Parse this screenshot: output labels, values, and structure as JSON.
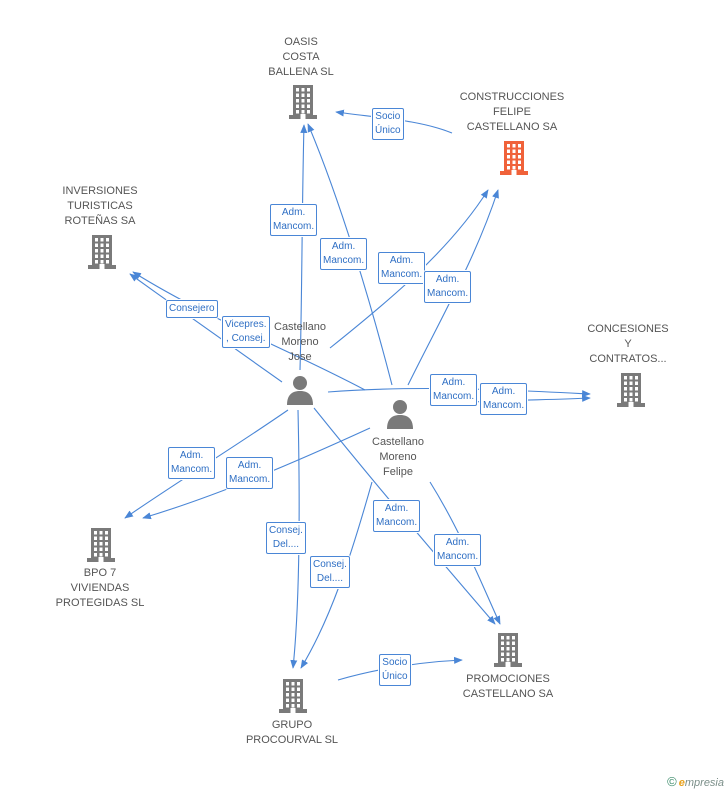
{
  "colors": {
    "edge": "#4a86d6",
    "company": "#7a7a7a",
    "company_highlight": "#f0623a",
    "person": "#7a7a7a",
    "label": "#555555"
  },
  "nodes": {
    "oasis": {
      "label": "OASIS\nCOSTA\nBALLENA SL",
      "type": "company"
    },
    "construcciones": {
      "label": "CONSTRUCCIONES\nFELIPE\nCASTELLANO SA",
      "type": "company-highlight"
    },
    "inversiones": {
      "label": "INVERSIONES\nTURISTICAS\nROTEÑAS SA",
      "type": "company"
    },
    "concesiones": {
      "label": "CONCESIONES\nY\nCONTRATOS...",
      "type": "company"
    },
    "jose": {
      "label": "Castellano\nMoreno\nJose",
      "type": "person"
    },
    "felipe": {
      "label": "Castellano\nMoreno\nFelipe",
      "type": "person"
    },
    "bpo": {
      "label": "BPO 7\nVIVIENDAS\nPROTEGIDAS SL",
      "type": "company"
    },
    "promociones": {
      "label": "PROMOCIONES\nCASTELLANO SA",
      "type": "company"
    },
    "grupo": {
      "label": "GRUPO\nPROCOURVAL SL",
      "type": "company"
    }
  },
  "edges": [
    {
      "id": "socio-unico-oasis",
      "label": "Socio\nÚnico"
    },
    {
      "id": "adm-jose-oasis",
      "label": "Adm.\nMancom."
    },
    {
      "id": "adm-felipe-oasis",
      "label": "Adm.\nMancom."
    },
    {
      "id": "adm-jose-construcciones",
      "label": "Adm.\nMancom."
    },
    {
      "id": "adm-felipe-construcciones",
      "label": "Adm.\nMancom."
    },
    {
      "id": "consejero-inversiones",
      "label": "Consejero"
    },
    {
      "id": "vicepres-inversiones",
      "label": "Vicepres.\n, Consej."
    },
    {
      "id": "adm-jose-concesiones",
      "label": "Adm.\nMancom."
    },
    {
      "id": "adm-felipe-concesiones",
      "label": "Adm.\nMancom."
    },
    {
      "id": "adm-jose-bpo",
      "label": "Adm.\nMancom."
    },
    {
      "id": "adm-felipe-bpo",
      "label": "Adm.\nMancom."
    },
    {
      "id": "consej-jose-grupo",
      "label": "Consej.\nDel...."
    },
    {
      "id": "consej-felipe-grupo",
      "label": "Consej.\nDel...."
    },
    {
      "id": "adm-jose-promociones",
      "label": "Adm.\nMancom."
    },
    {
      "id": "adm-felipe-promociones",
      "label": "Adm.\nMancom."
    },
    {
      "id": "socio-unico-promociones",
      "label": "Socio\nÚnico"
    }
  ],
  "footer": {
    "copyright": "©",
    "brand_initial": "e",
    "brand_rest": "mpresia"
  }
}
